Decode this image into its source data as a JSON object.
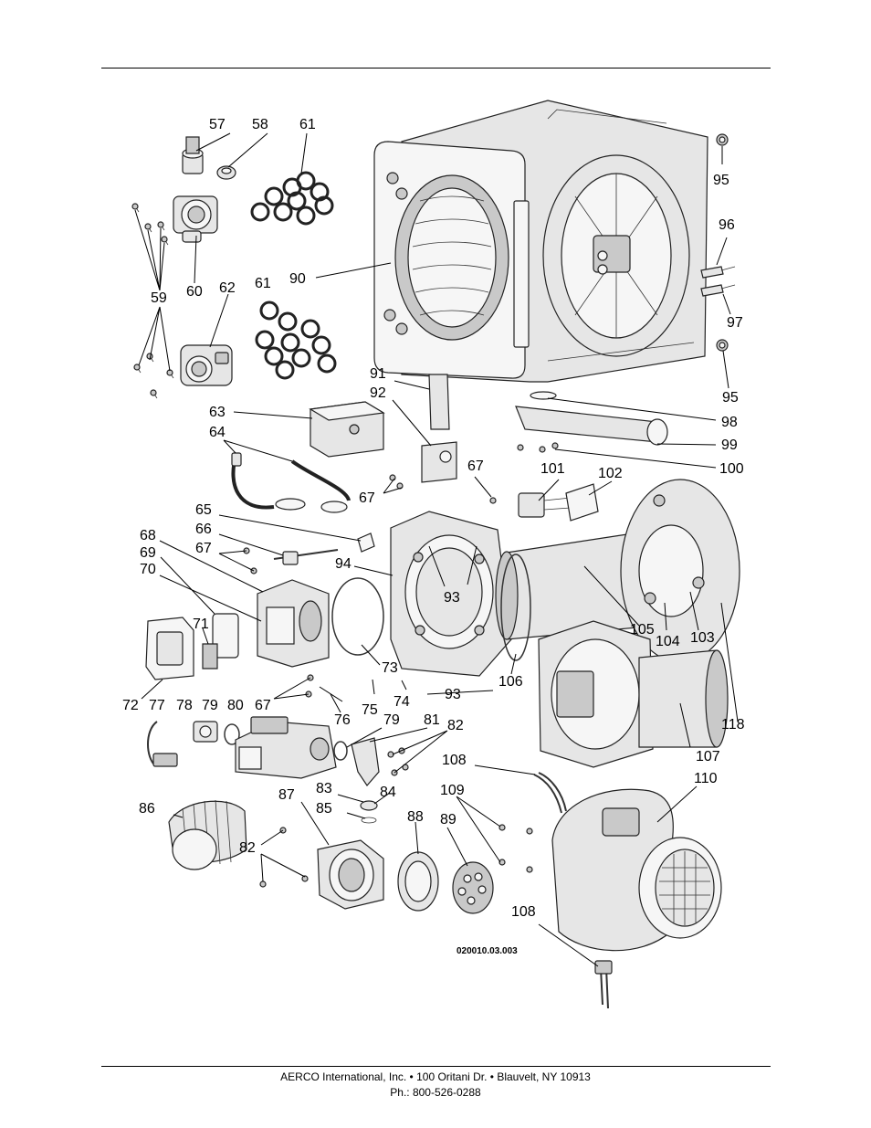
{
  "footer": {
    "line1": "AERCO International, Inc. • 100 Oritani Dr. •  Blauvelt, NY 10913",
    "line2": "Ph.: 800-526-0288"
  },
  "diagram": {
    "drawing_number": "020010.03.003",
    "callouts": [
      {
        "id": "c57",
        "text": "57"
      },
      {
        "id": "c58",
        "text": "58"
      },
      {
        "id": "c61a",
        "text": "61"
      },
      {
        "id": "c95a",
        "text": "95"
      },
      {
        "id": "c96",
        "text": "96"
      },
      {
        "id": "c90",
        "text": "90"
      },
      {
        "id": "c59",
        "text": "59"
      },
      {
        "id": "c60",
        "text": "60"
      },
      {
        "id": "c62",
        "text": "62"
      },
      {
        "id": "c61b",
        "text": "61"
      },
      {
        "id": "c97",
        "text": "97"
      },
      {
        "id": "c95b",
        "text": "95"
      },
      {
        "id": "c91",
        "text": "91"
      },
      {
        "id": "c92",
        "text": "92"
      },
      {
        "id": "c63",
        "text": "63"
      },
      {
        "id": "c98",
        "text": "98"
      },
      {
        "id": "c64",
        "text": "64"
      },
      {
        "id": "c99",
        "text": "99"
      },
      {
        "id": "c100",
        "text": "100"
      },
      {
        "id": "c67a",
        "text": "67"
      },
      {
        "id": "c101",
        "text": "101"
      },
      {
        "id": "c102",
        "text": "102"
      },
      {
        "id": "c67b",
        "text": "67"
      },
      {
        "id": "c65",
        "text": "65"
      },
      {
        "id": "c66",
        "text": "66"
      },
      {
        "id": "c68",
        "text": "68"
      },
      {
        "id": "c67c",
        "text": "67"
      },
      {
        "id": "c69",
        "text": "69"
      },
      {
        "id": "c94",
        "text": "94"
      },
      {
        "id": "c70",
        "text": "70"
      },
      {
        "id": "c93a",
        "text": "93"
      },
      {
        "id": "c71",
        "text": "71"
      },
      {
        "id": "c105",
        "text": "105"
      },
      {
        "id": "c104",
        "text": "104"
      },
      {
        "id": "c103",
        "text": "103"
      },
      {
        "id": "c73",
        "text": "73"
      },
      {
        "id": "c106",
        "text": "106"
      },
      {
        "id": "c72",
        "text": "72"
      },
      {
        "id": "c77",
        "text": "77"
      },
      {
        "id": "c78",
        "text": "78"
      },
      {
        "id": "c79a",
        "text": "79"
      },
      {
        "id": "c80",
        "text": "80"
      },
      {
        "id": "c67d",
        "text": "67"
      },
      {
        "id": "c76",
        "text": "76"
      },
      {
        "id": "c75",
        "text": "75"
      },
      {
        "id": "c74",
        "text": "74"
      },
      {
        "id": "c93b",
        "text": "93"
      },
      {
        "id": "c118",
        "text": "118"
      },
      {
        "id": "c79b",
        "text": "79"
      },
      {
        "id": "c81",
        "text": "81"
      },
      {
        "id": "c82a",
        "text": "82"
      },
      {
        "id": "c107",
        "text": "107"
      },
      {
        "id": "c108a",
        "text": "108"
      },
      {
        "id": "c110",
        "text": "110"
      },
      {
        "id": "c83",
        "text": "83"
      },
      {
        "id": "c84",
        "text": "84"
      },
      {
        "id": "c86",
        "text": "86"
      },
      {
        "id": "c87",
        "text": "87"
      },
      {
        "id": "c85",
        "text": "85"
      },
      {
        "id": "c88",
        "text": "88"
      },
      {
        "id": "c89",
        "text": "89"
      },
      {
        "id": "c109",
        "text": "109"
      },
      {
        "id": "c82b",
        "text": "82"
      },
      {
        "id": "c108b",
        "text": "108"
      }
    ]
  }
}
